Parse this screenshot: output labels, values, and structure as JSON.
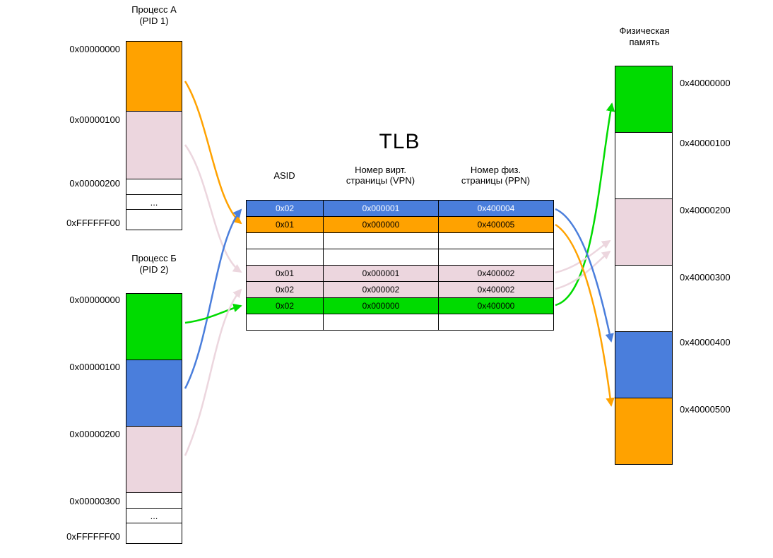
{
  "colors": {
    "orange": "#FFA200",
    "pink": "#ECD6DE",
    "green": "#00DB00",
    "blue": "#4A7EDC",
    "white": "#FFFFFF",
    "border": "#000000",
    "text": "#000000"
  },
  "process_a": {
    "title": "Процесс А",
    "subtitle": "(PID 1)",
    "addresses": [
      "0x00000000",
      "0x00000100",
      "0x00000200",
      "0xFFFFFF00"
    ],
    "ellipsis": "...",
    "blocks": [
      "orange",
      "pink",
      "white",
      "white",
      "white"
    ]
  },
  "process_b": {
    "title": "Процесс Б",
    "subtitle": "(PID 2)",
    "addresses": [
      "0x00000000",
      "0x00000100",
      "0x00000200",
      "0x00000300",
      "0xFFFFFF00"
    ],
    "ellipsis": "...",
    "blocks": [
      "green",
      "blue",
      "pink",
      "white",
      "white",
      "white"
    ]
  },
  "tlb": {
    "title": "TLB",
    "headers": {
      "asid": "ASID",
      "vpn": [
        "Номер вирт.",
        "страницы (VPN)"
      ],
      "ppn": [
        "Номер физ.",
        "страницы (PPN)"
      ]
    },
    "rows": [
      {
        "asid": "0x02",
        "vpn": "0x000001",
        "ppn": "0x400004",
        "color": "blue"
      },
      {
        "asid": "0x01",
        "vpn": "0x000000",
        "ppn": "0x400005",
        "color": "orange"
      },
      {
        "asid": "",
        "vpn": "",
        "ppn": "",
        "color": "white"
      },
      {
        "asid": "",
        "vpn": "",
        "ppn": "",
        "color": "white"
      },
      {
        "asid": "0x01",
        "vpn": "0x000001",
        "ppn": "0x400002",
        "color": "pink"
      },
      {
        "asid": "0x02",
        "vpn": "0x000002",
        "ppn": "0x400002",
        "color": "pink"
      },
      {
        "asid": "0x02",
        "vpn": "0x000000",
        "ppn": "0x400000",
        "color": "green"
      },
      {
        "asid": "",
        "vpn": "",
        "ppn": "",
        "color": "white"
      }
    ]
  },
  "physical_memory": {
    "title": [
      "Физическая",
      "память"
    ],
    "addresses": [
      "0x40000000",
      "0x40000100",
      "0x40000200",
      "0x40000300",
      "0x40000400",
      "0x40000500"
    ],
    "blocks": [
      "green",
      "white",
      "pink",
      "white",
      "blue",
      "orange"
    ]
  },
  "arrows": [
    {
      "from": "process-a-page-0x00000000",
      "to": "tlb-row-1",
      "color": "orange"
    },
    {
      "from": "process-a-page-0x00000100",
      "to": "tlb-row-4",
      "color": "pink"
    },
    {
      "from": "process-b-page-0x00000100",
      "to": "tlb-row-0",
      "color": "blue"
    },
    {
      "from": "process-b-page-0x00000000",
      "to": "tlb-row-6",
      "color": "green"
    },
    {
      "from": "process-b-page-0x00000200",
      "to": "tlb-row-5",
      "color": "pink"
    },
    {
      "from": "tlb-row-6",
      "to": "phys-0x40000000",
      "color": "green"
    },
    {
      "from": "tlb-row-4",
      "to": "phys-0x40000200",
      "color": "pink"
    },
    {
      "from": "tlb-row-5",
      "to": "phys-0x40000200",
      "color": "pink"
    },
    {
      "from": "tlb-row-0",
      "to": "phys-0x40000400",
      "color": "blue"
    },
    {
      "from": "tlb-row-1",
      "to": "phys-0x40000500",
      "color": "orange"
    }
  ]
}
